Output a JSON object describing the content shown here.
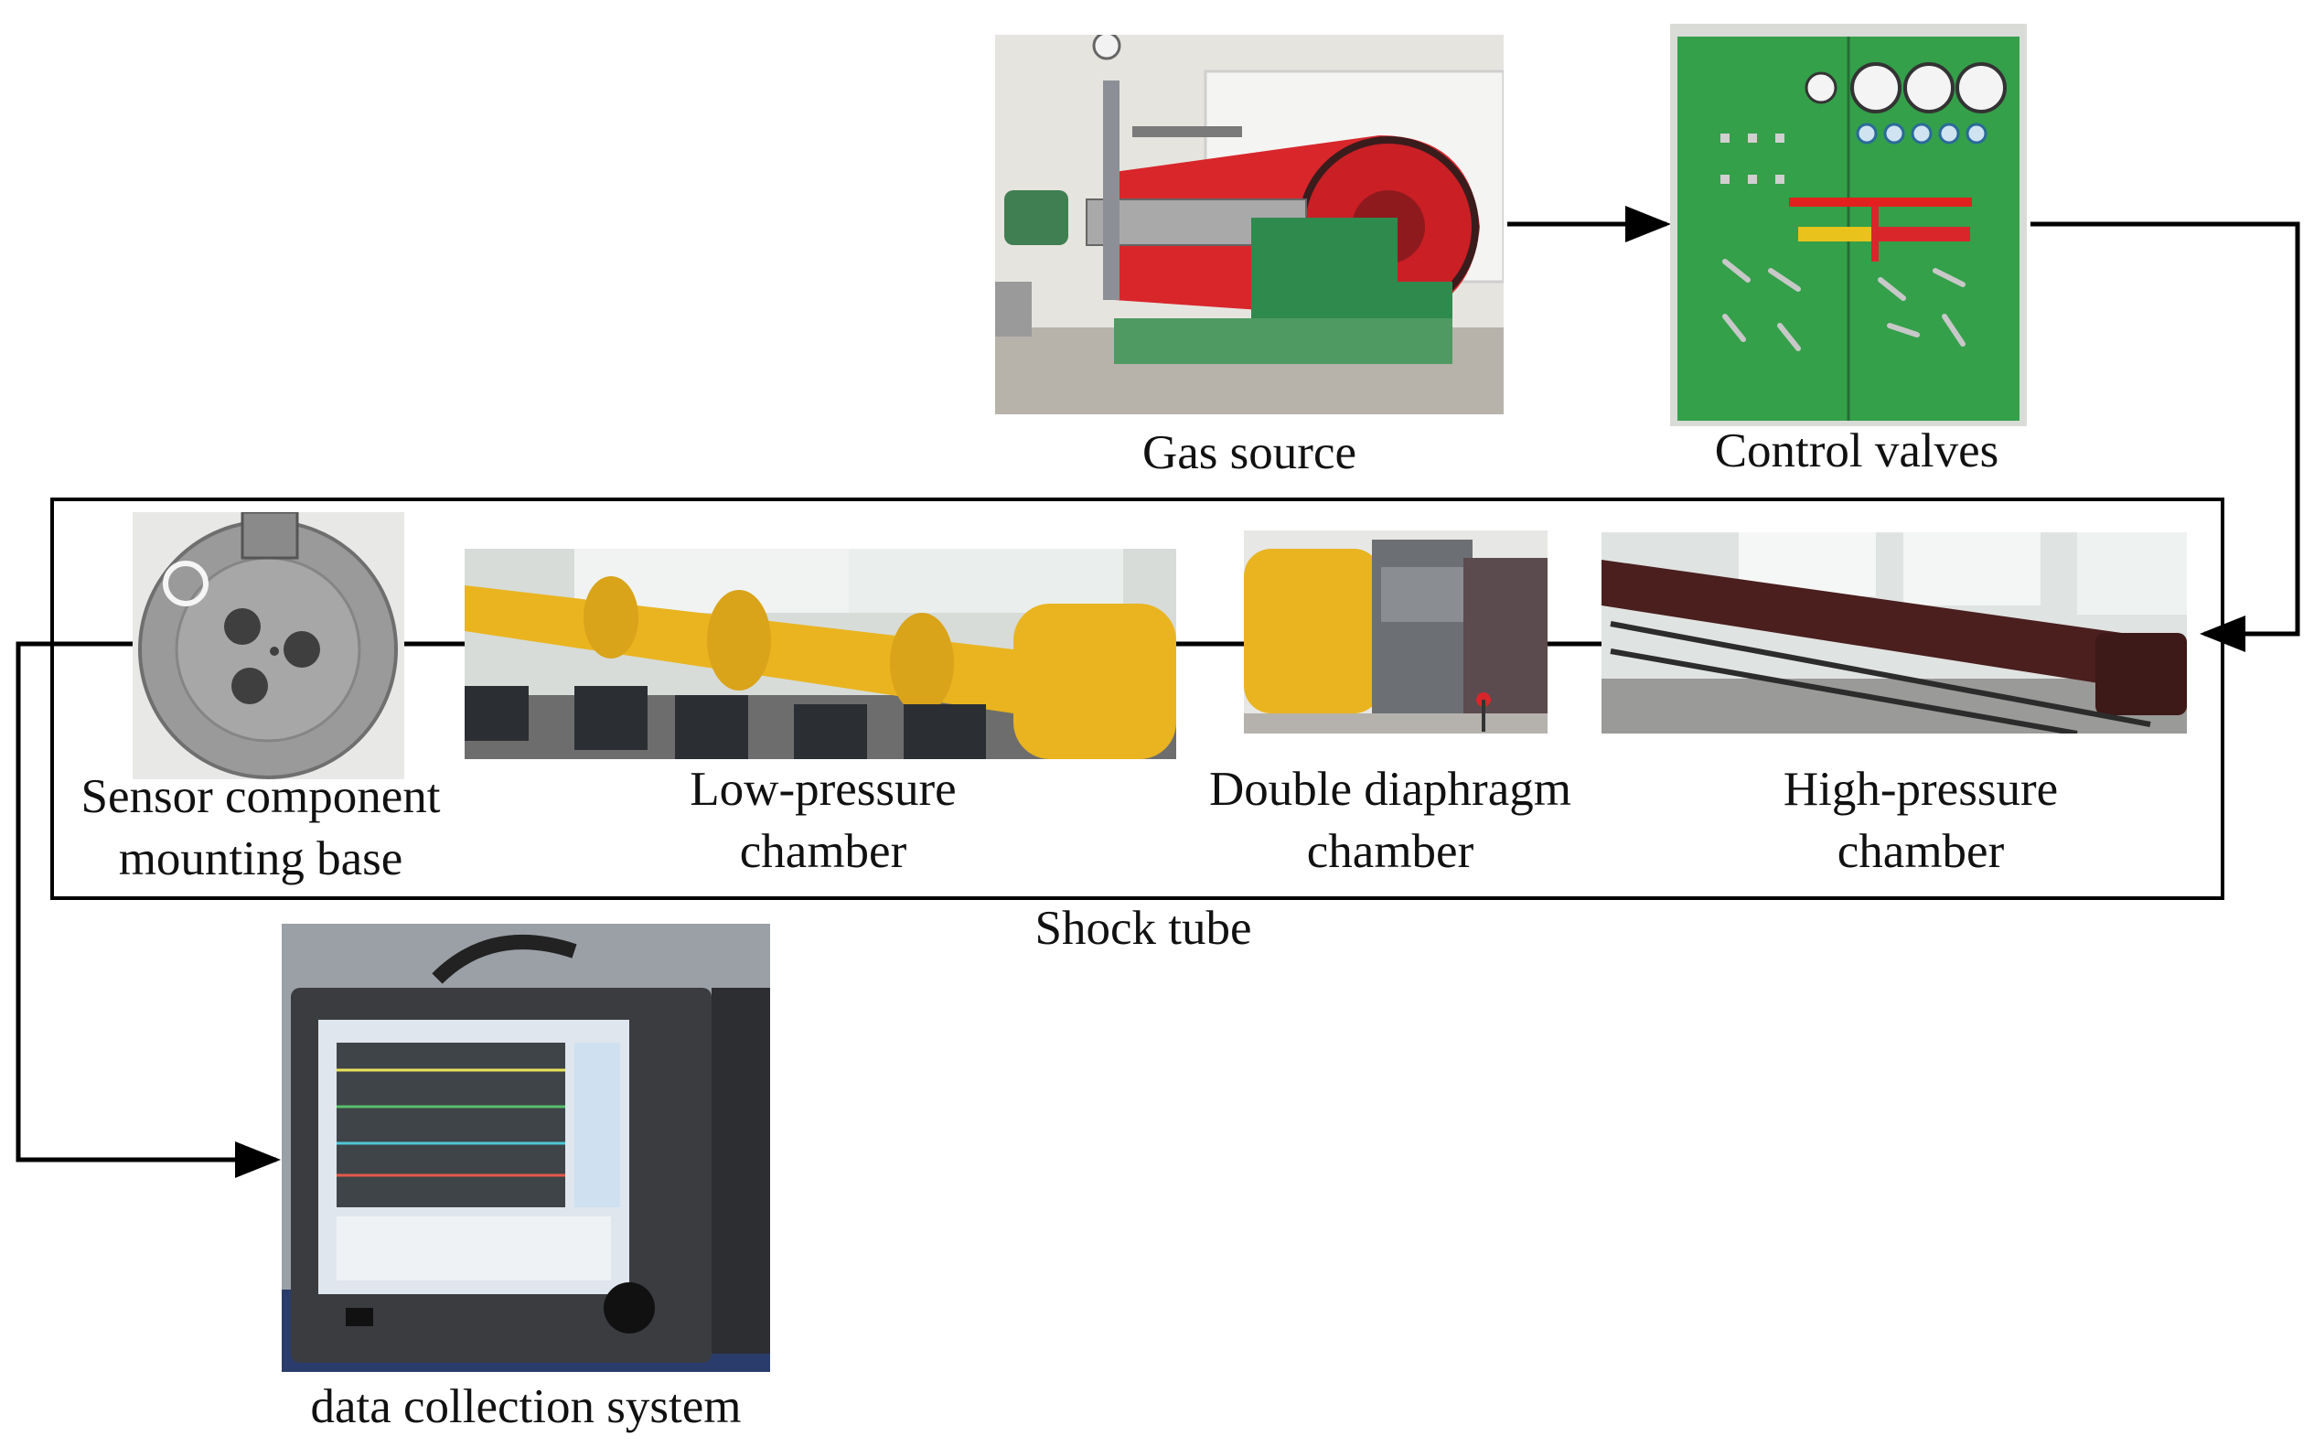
{
  "figure": {
    "gas_source": {
      "label": "Gas source"
    },
    "control_valves": {
      "label": "Control valves"
    },
    "shock_tube": {
      "label": "Shock tube",
      "sensor_base": {
        "line1": "Sensor component",
        "line2": "mounting base"
      },
      "low_pressure": {
        "line1": "Low-pressure",
        "line2": "chamber"
      },
      "double_diaphragm": {
        "line1": "Double diaphragm",
        "line2": "chamber"
      },
      "high_pressure": {
        "line1": "High-pressure",
        "line2": "chamber"
      }
    },
    "data_collection": {
      "label": "data collection system"
    }
  },
  "colors": {
    "compressor_red": "#d8262b",
    "machine_green": "#2f8a4e",
    "panel_green": "#34a04a",
    "tube_yellow": "#e9b420",
    "tube_brown": "#4a1f1e",
    "steel": "#9a9a9a"
  }
}
